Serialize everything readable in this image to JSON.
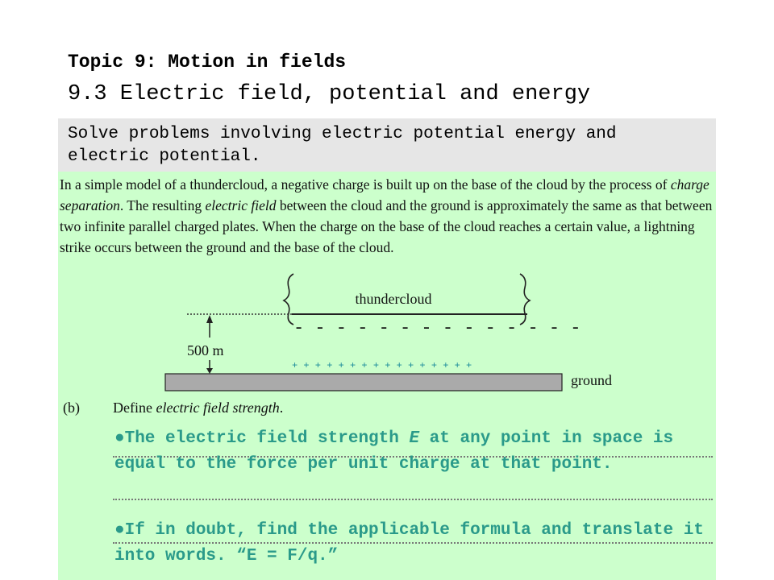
{
  "title": {
    "topic": "Topic 9: Motion in fields",
    "subtopic": "9.3 Electric field, potential and energy"
  },
  "objective": "Solve problems involving electric potential energy and electric potential.",
  "question": {
    "intro": {
      "p1": "In a simple model of a thundercloud, a negative charge is built up on the base of the cloud by the process of ",
      "p2": "charge separation",
      "p3": ". The resulting ",
      "p4": "electric field",
      "p5": " between the cloud and the ground is approximately the same as that between two infinite parallel charged plates. When the charge on the base of the cloud reaches a certain value, a lightning strike occurs between the ground and the base of the cloud."
    },
    "diagram": {
      "cloud_label": "thundercloud",
      "height_label": "500 m",
      "ground_label": "ground",
      "negative_charges": "- - - - - - - - - - - - - -",
      "positive_charges": "+ + + + + + + + + + + + + + + +"
    },
    "part_b": {
      "label": "(b)",
      "prompt_a": "Define ",
      "prompt_b": "electric field strength",
      "prompt_c": "."
    },
    "answers": {
      "a1_pre": "●The electric field strength ",
      "a1_e": "E",
      "a1_post": " at any point in space is equal to the force per unit charge at that point.",
      "a2": "●If in doubt, find the applicable formula and translate it into words. “E = F/q.”"
    }
  },
  "colors": {
    "objective_bg": "#e6e6e6",
    "question_bg": "#ccffcc",
    "answer_text": "#2a9a8a",
    "ground_fill": "#aaaaaa"
  }
}
